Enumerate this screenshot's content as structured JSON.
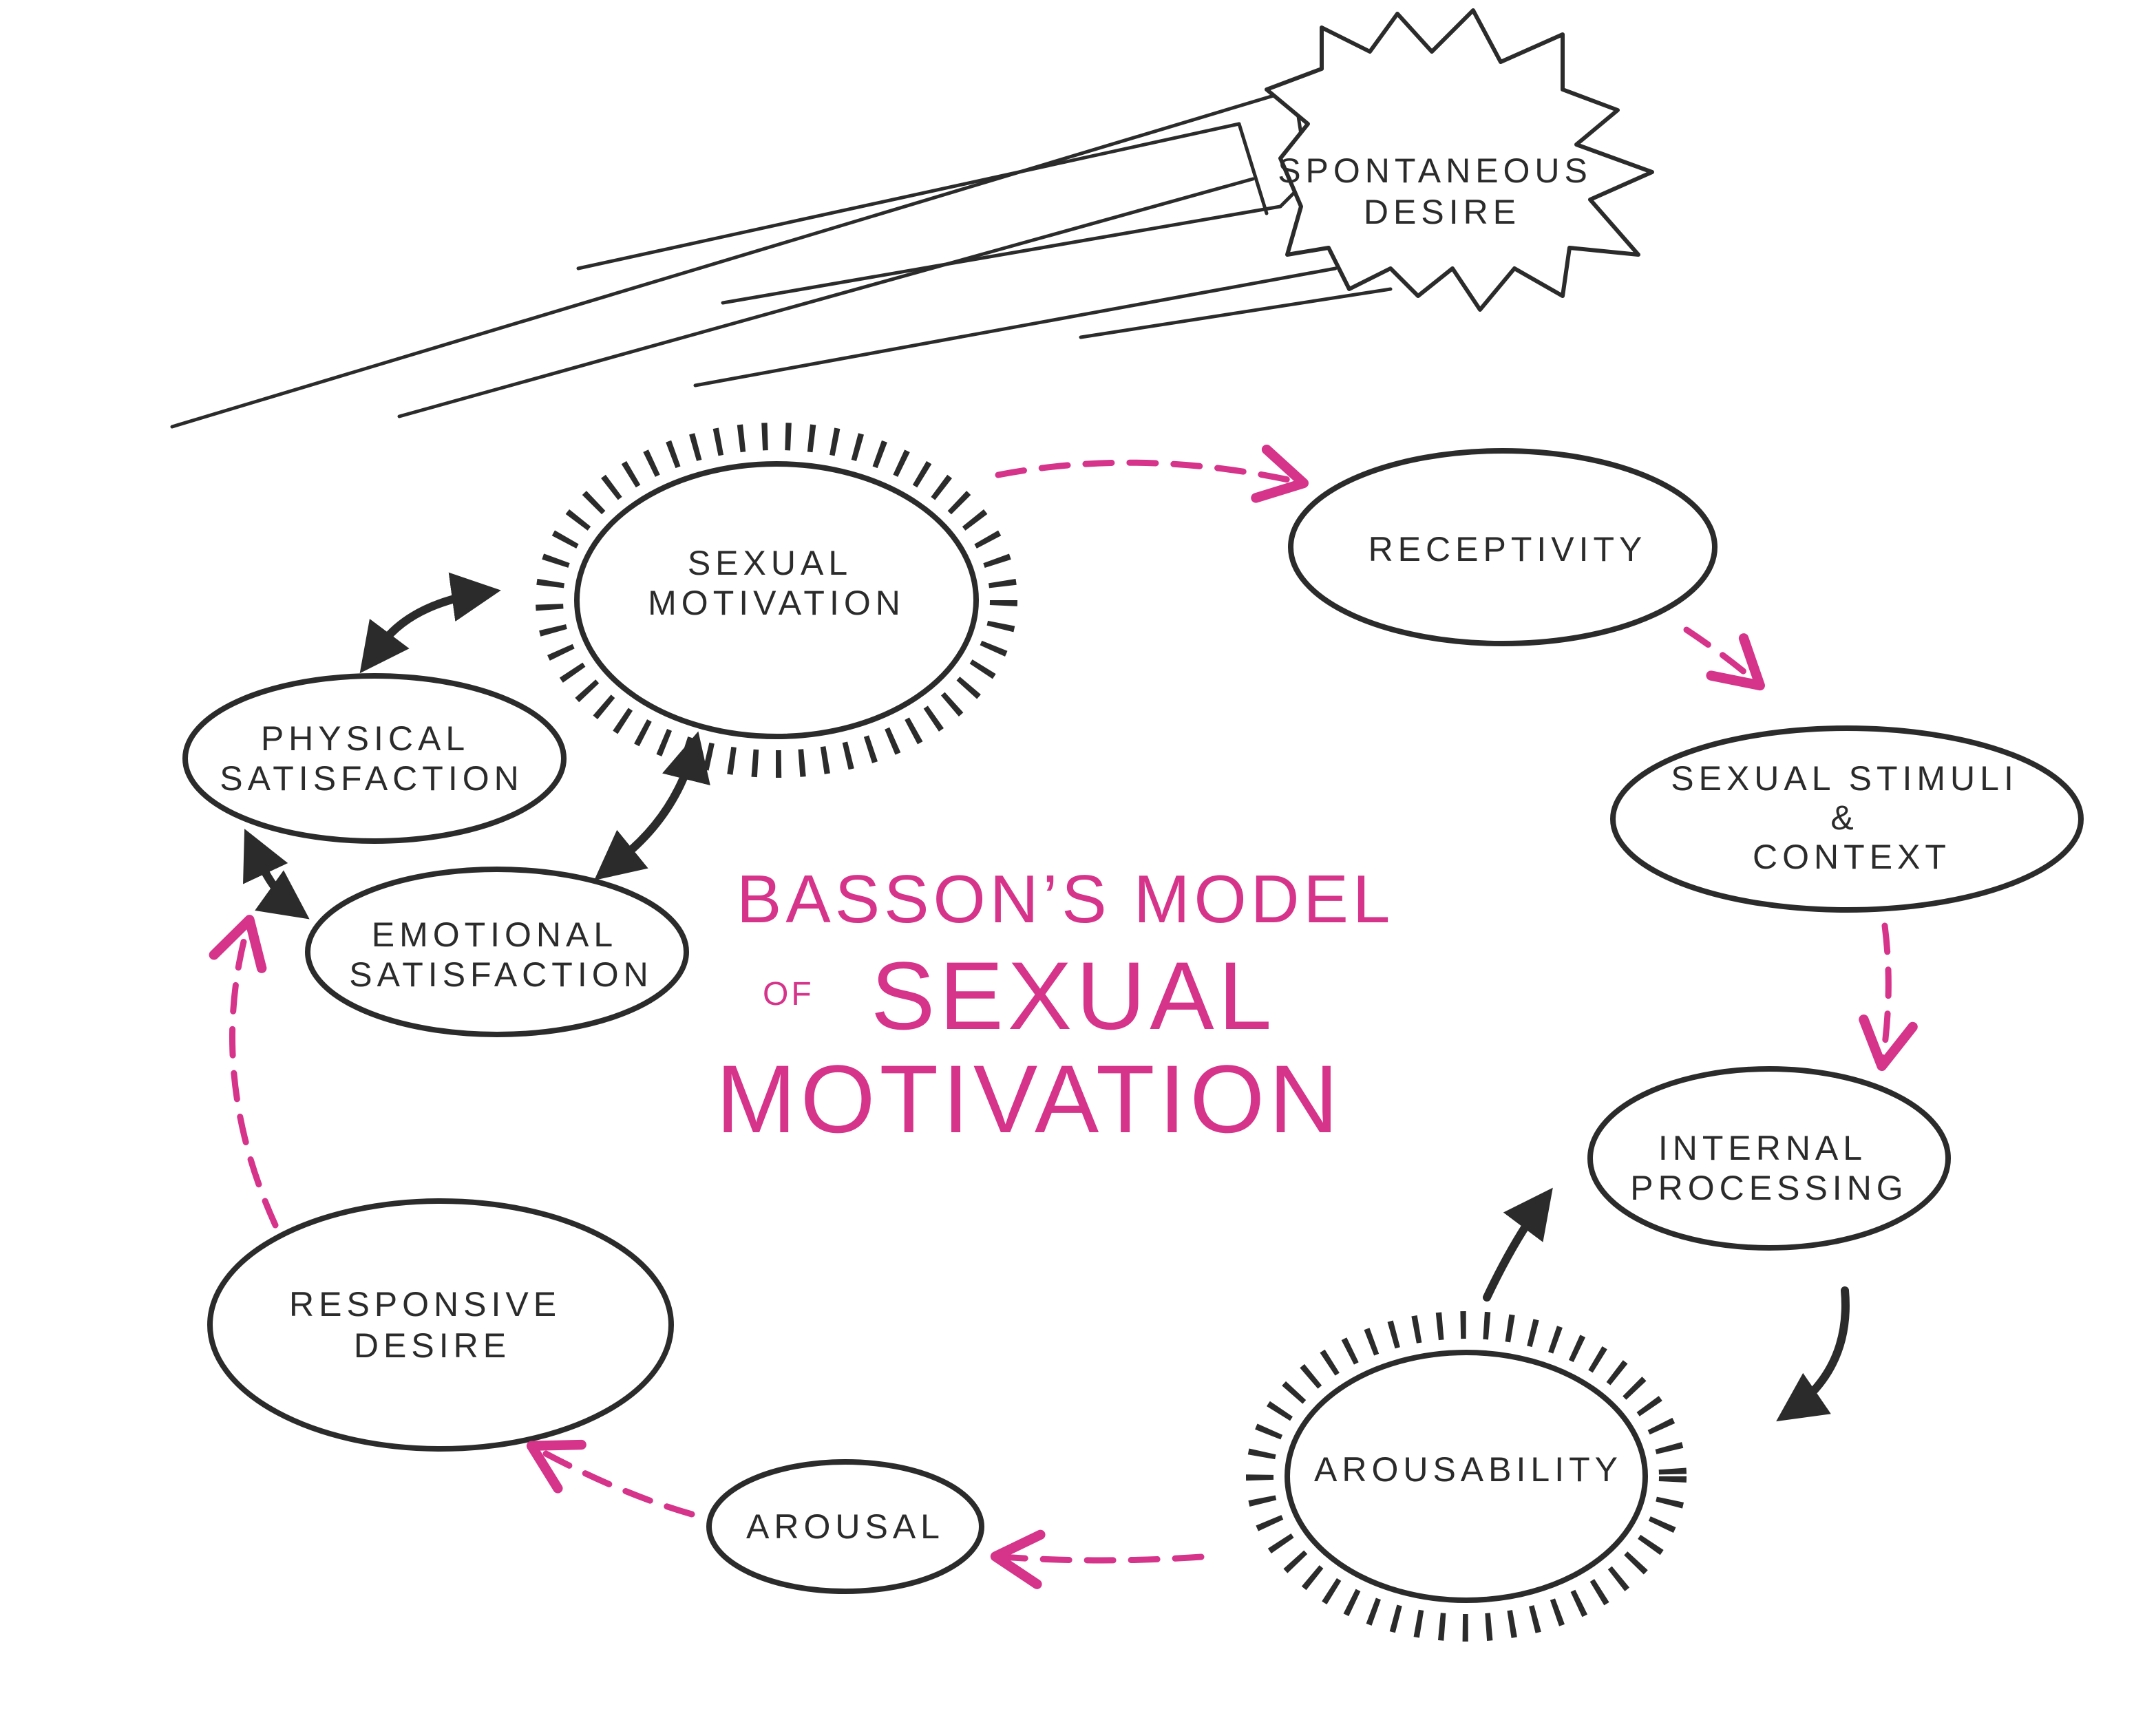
{
  "title": {
    "line1": "BASSON’S MODEL",
    "of": "OF",
    "line2": "SEXUAL",
    "line3": "MOTIVATION"
  },
  "nodes": {
    "spontaneous_desire": [
      "SPONTANEOUS",
      "DESIRE"
    ],
    "sexual_motivation": [
      "SEXUAL",
      "MOTIVATION"
    ],
    "receptivity": [
      "RECEPTIVITY"
    ],
    "sexual_stimuli": [
      "SEXUAL STIMULI",
      "&",
      "CONTEXT"
    ],
    "internal_processing": [
      "INTERNAL",
      "PROCESSING"
    ],
    "arousability": [
      "AROUSABILITY"
    ],
    "arousal": [
      "AROUSAL"
    ],
    "responsive_desire": [
      "RESPONSIVE",
      "DESIRE"
    ],
    "emotional_satisfaction": [
      "EMOTIONAL",
      "SATISFACTION"
    ],
    "physical_satisfaction": [
      "PHYSICAL",
      "SATISFACTION"
    ]
  },
  "colors": {
    "accent": "#d6338a",
    "ink": "#2b2b2b"
  }
}
